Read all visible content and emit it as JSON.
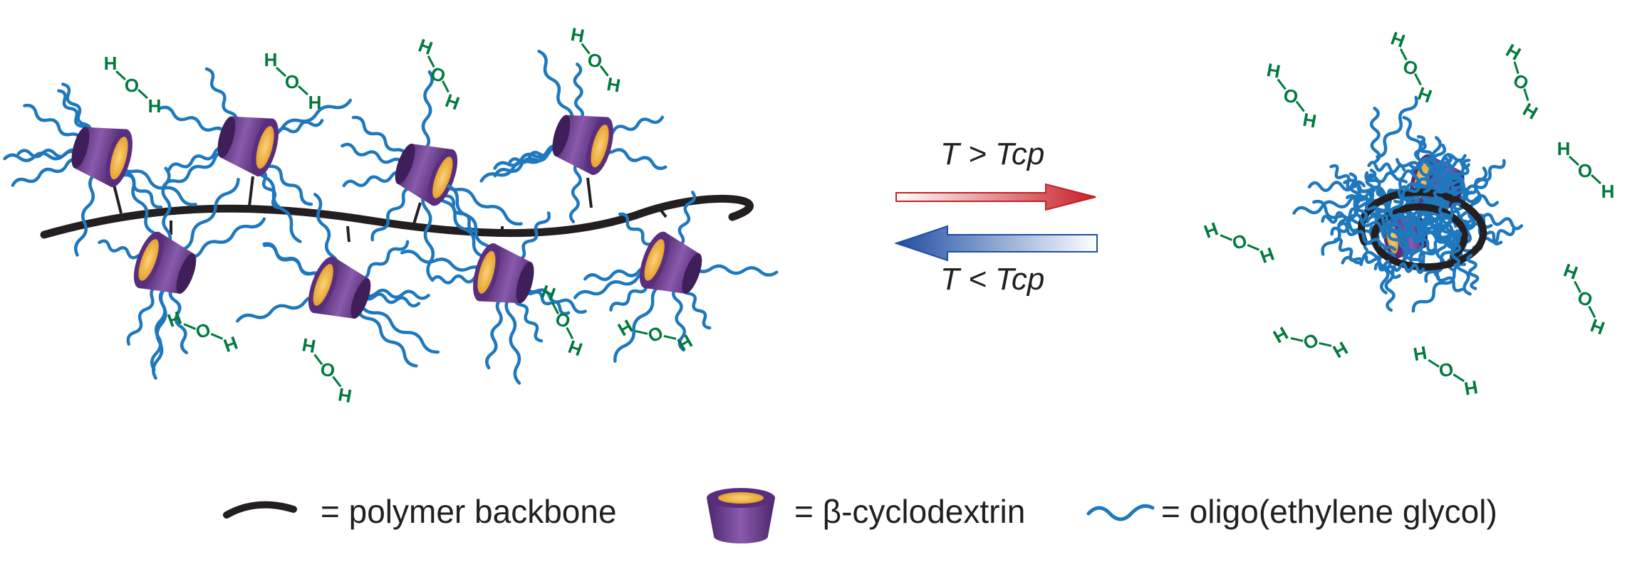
{
  "conditions": {
    "heating": "T > Tcp",
    "cooling": "T < Tcp"
  },
  "legend": {
    "backbone": "= polymer backbone",
    "cyclodextrin": "= β-cyclodextrin",
    "oeg": "= oligo(ethylene glycol)"
  },
  "water_label": {
    "h": "H",
    "o": "O"
  },
  "colors": {
    "backbone": "#231f20",
    "oeg": "#1e78be",
    "cd_body": "#6a3d8f",
    "cd_rim": "#5a2e7e",
    "cd_cavity": "#f1a93b",
    "water": "#007a3d",
    "arrow_heat": "#c62026",
    "arrow_cool": "#1f4ea3"
  }
}
